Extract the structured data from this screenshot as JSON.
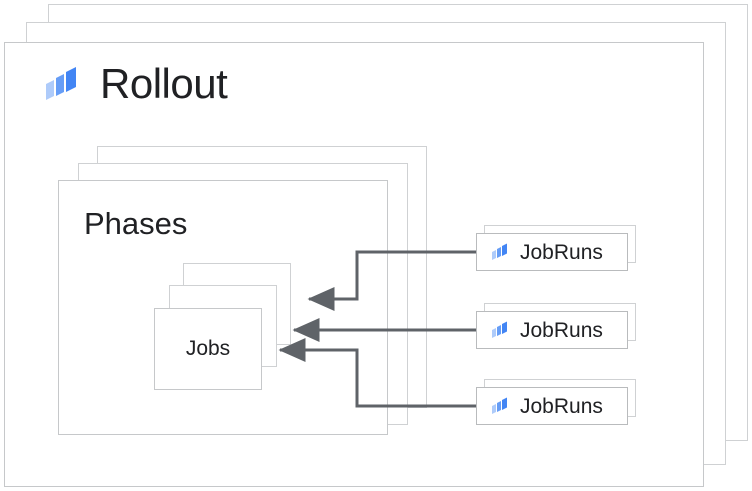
{
  "diagram": {
    "title": "Rollout",
    "logo_icon": "rollout-parallelogram-icon",
    "colors": {
      "logo_light": "#aecbfa",
      "logo_mid": "#669df6",
      "logo_dark": "#4285f4",
      "card_border": "#c6c8ca",
      "ghost_border": "#cfd1d3",
      "text": "#202124",
      "arrow": "#5f6368",
      "background": "#ffffff"
    },
    "phases": {
      "label": "Phases",
      "stack_count": 3
    },
    "jobs": {
      "label": "Jobs",
      "stack_count": 3
    },
    "rollout_stack_count": 3,
    "jobruns": [
      {
        "label": "JobRuns",
        "icon": "rollout-parallelogram-icon"
      },
      {
        "label": "JobRuns",
        "icon": "rollout-parallelogram-icon"
      },
      {
        "label": "JobRuns",
        "icon": "rollout-parallelogram-icon"
      }
    ],
    "connections": [
      {
        "from": "JobRuns 1",
        "to": "Jobs card 3",
        "style": "elbow-arrow"
      },
      {
        "from": "JobRuns 2",
        "to": "Jobs card 2",
        "style": "straight-arrow"
      },
      {
        "from": "JobRuns 3",
        "to": "Jobs card 1",
        "style": "elbow-arrow"
      }
    ]
  }
}
